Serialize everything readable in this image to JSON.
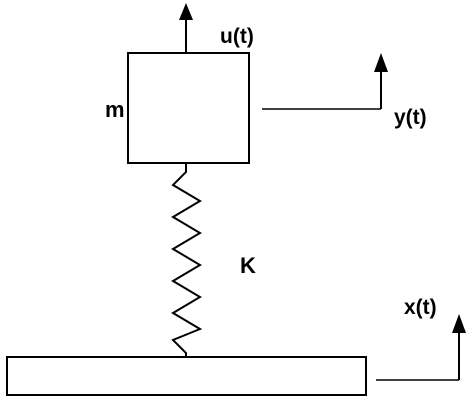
{
  "labels": {
    "mass": "m",
    "force": "u(t)",
    "mass_displacement": "y(t)",
    "stiffness": "K",
    "base_displacement": "x(t)"
  },
  "colors": {
    "stroke": "#000000",
    "background": "#ffffff"
  }
}
